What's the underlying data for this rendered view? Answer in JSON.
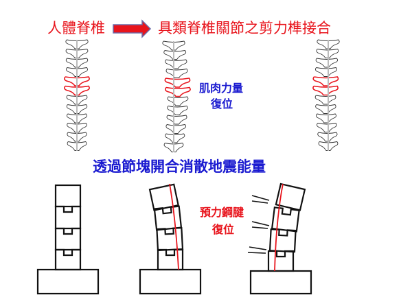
{
  "top": {
    "left_title": "人體脊椎",
    "right_title": "具類脊椎關節之剪力榫接合",
    "arrow_icon": "right-arrow"
  },
  "spine_note": {
    "line1": "肌肉力量",
    "line2": "復位"
  },
  "bottom": {
    "title": "透過節塊開合消散地震能量",
    "note_line1": "預力鋼腱",
    "note_line2": "復位"
  },
  "colors": {
    "red": "#e8141c",
    "blue": "#1a1ad0",
    "line": "#111111"
  }
}
